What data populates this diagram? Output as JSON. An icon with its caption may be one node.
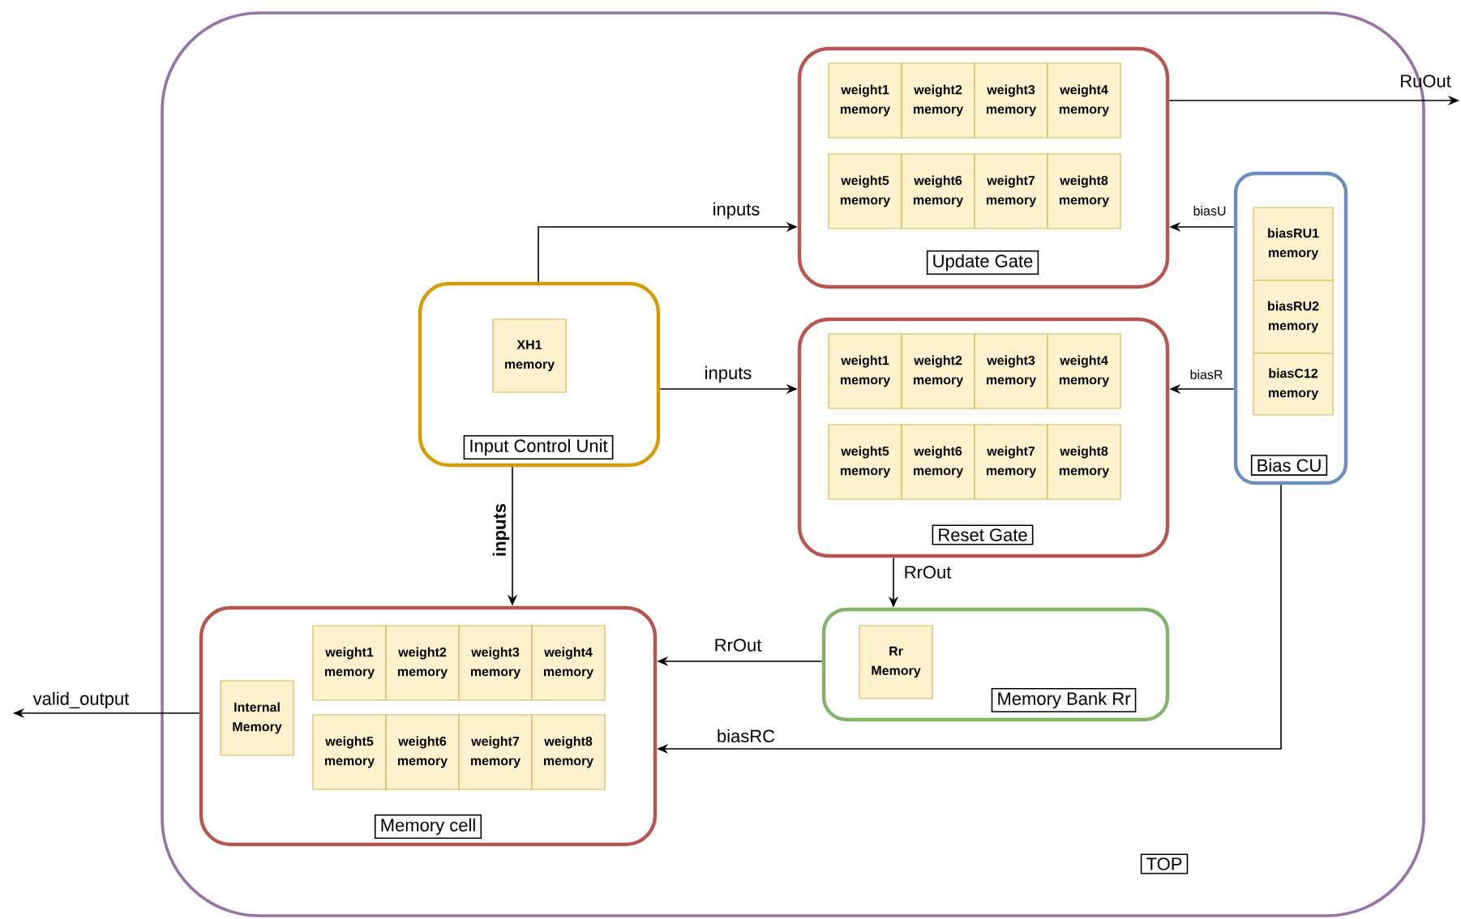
{
  "diagram": {
    "nodes": [
      {
        "text": [
          "TOP"
        ]
      },
      {
        "text": [
          "Update Gate"
        ],
        "in": 0
      },
      {
        "text": [
          "weight1 memory"
        ],
        "in": 1
      },
      {
        "text": [
          "weight2 memory"
        ],
        "in": 1
      },
      {
        "text": [
          "weight3 memory"
        ],
        "in": 1
      },
      {
        "text": [
          "weight4 memory"
        ],
        "in": 1
      },
      {
        "text": [
          "weight5 memory"
        ],
        "in": 1
      },
      {
        "text": [
          "weight6 memory"
        ],
        "in": 1
      },
      {
        "text": [
          "weight7 memory"
        ],
        "in": 1
      },
      {
        "text": [
          "weight8 memory"
        ],
        "in": 1
      },
      {
        "text": [
          "Input Control Unit"
        ],
        "in": 0
      },
      {
        "text": [
          "XH1 memory"
        ],
        "in": 10
      },
      {
        "text": [
          "Reset Gate"
        ],
        "in": 0
      },
      {
        "text": [
          "weight1 memory"
        ],
        "in": 12
      },
      {
        "text": [
          "weight2 memory"
        ],
        "in": 12
      },
      {
        "text": [
          "weight3 memory"
        ],
        "in": 12
      },
      {
        "text": [
          "weight4 memory"
        ],
        "in": 12
      },
      {
        "text": [
          "weight5 memory"
        ],
        "in": 12
      },
      {
        "text": [
          "weight6 memory"
        ],
        "in": 12
      },
      {
        "text": [
          "weight7 memory"
        ],
        "in": 12
      },
      {
        "text": [
          "weight8 memory"
        ],
        "in": 12
      },
      {
        "text": [
          "Bias CU"
        ],
        "in": 0
      },
      {
        "text": [
          "biasRU1 memory"
        ],
        "in": 21
      },
      {
        "text": [
          "biasRU2 memory"
        ],
        "in": 21
      },
      {
        "text": [
          "biasC12 memory"
        ],
        "in": 21
      },
      {
        "text": [
          "Memory Bank Rr"
        ],
        "in": 0
      },
      {
        "text": [
          "Rr Memory"
        ],
        "in": 25
      },
      {
        "text": [
          "Memory cell"
        ],
        "in": 0
      },
      {
        "text": [
          "Internal Memory"
        ],
        "in": 27
      },
      {
        "text": [
          "weight1 memory"
        ],
        "in": 27
      },
      {
        "text": [
          "weight2 memory"
        ],
        "in": 27
      },
      {
        "text": [
          "weight3 memory"
        ],
        "in": 27
      },
      {
        "text": [
          "weight4 memory"
        ],
        "in": 27
      },
      {
        "text": [
          "weight5 memory"
        ],
        "in": 27
      },
      {
        "text": [
          "weight6 memory"
        ],
        "in": 27
      },
      {
        "text": [
          "weight7 memory"
        ],
        "in": 27
      },
      {
        "text": [
          "weight8 memory"
        ],
        "in": 27
      }
    ],
    "edges": [
      {
        "from": 10,
        "to": 1,
        "arrow": "to",
        "label": "inputs"
      },
      {
        "from": 10,
        "to": 12,
        "arrow": "to",
        "label": "inputs"
      },
      {
        "from": 10,
        "to": 27,
        "arrow": "to",
        "label": "inputs"
      },
      {
        "from": 21,
        "to": 1,
        "arrow": "to",
        "label": "biasU"
      },
      {
        "from": 21,
        "to": 12,
        "arrow": "to",
        "label": "biasR"
      },
      {
        "from": 12,
        "to": 25,
        "arrow": "to",
        "label": "RrOut"
      },
      {
        "from": 25,
        "to": 27,
        "arrow": "to",
        "label": "RrOut"
      },
      {
        "from": 21,
        "to": 27,
        "arrow": "to",
        "label": "biasRC"
      },
      {
        "from": 1,
        "to": null,
        "arrow": "to",
        "label": "RuOut"
      },
      {
        "from": 27,
        "to": null,
        "arrow": "to",
        "label": "valid_output"
      }
    ]
  }
}
